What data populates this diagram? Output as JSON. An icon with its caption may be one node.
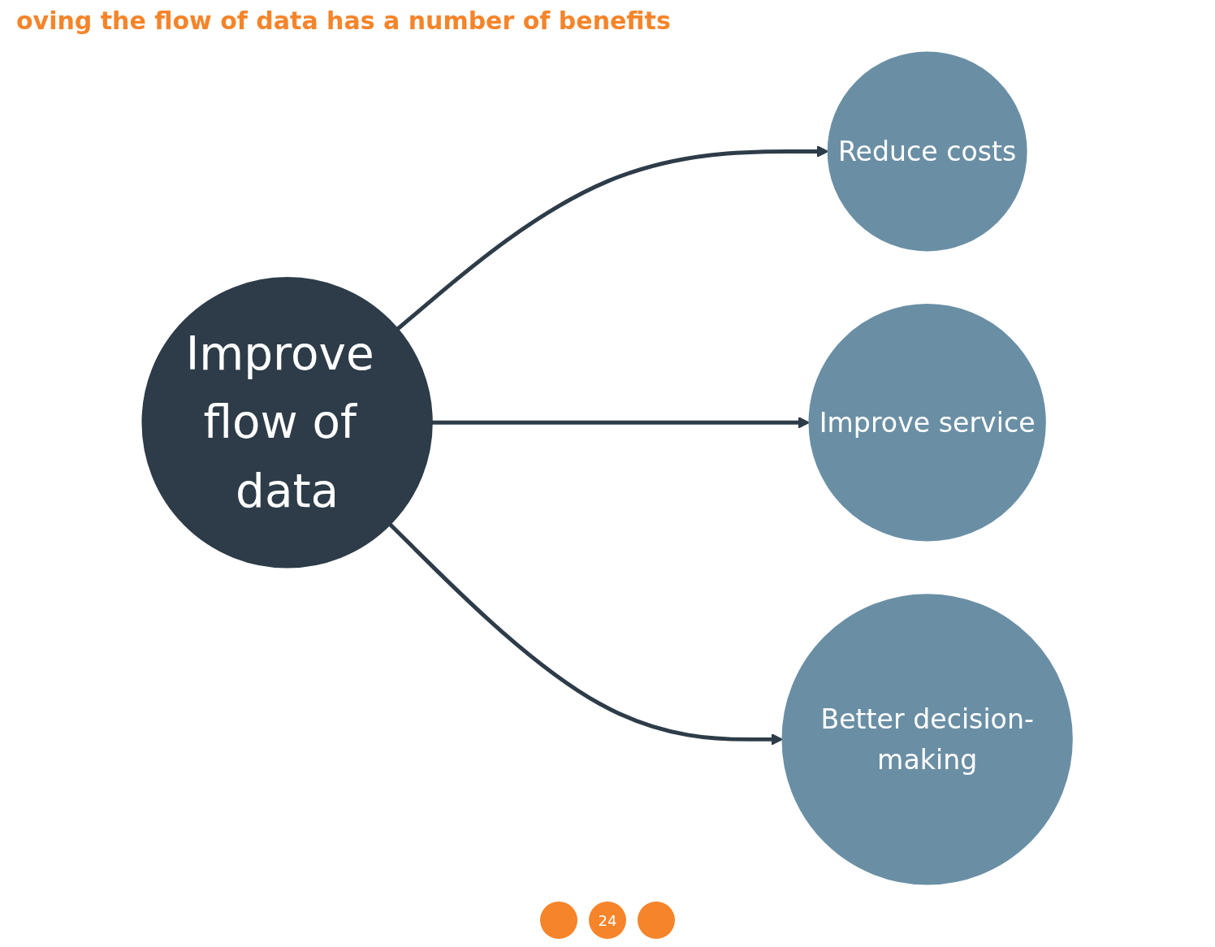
{
  "diagram": {
    "title": "oving the flow of data has a number of benefits",
    "nodes": [
      {
        "text": [
          "Improve flow of data"
        ]
      },
      {
        "text": [
          "Reduce costs"
        ]
      },
      {
        "text": [
          "Improve service"
        ]
      },
      {
        "text": [
          "Better decision-making"
        ]
      }
    ],
    "edges": [
      {
        "from": 0,
        "to": 1,
        "arrow": "to"
      },
      {
        "from": 0,
        "to": 2,
        "arrow": "to"
      },
      {
        "from": 0,
        "to": 3,
        "arrow": "to"
      }
    ],
    "labels": [
      "24"
    ]
  }
}
